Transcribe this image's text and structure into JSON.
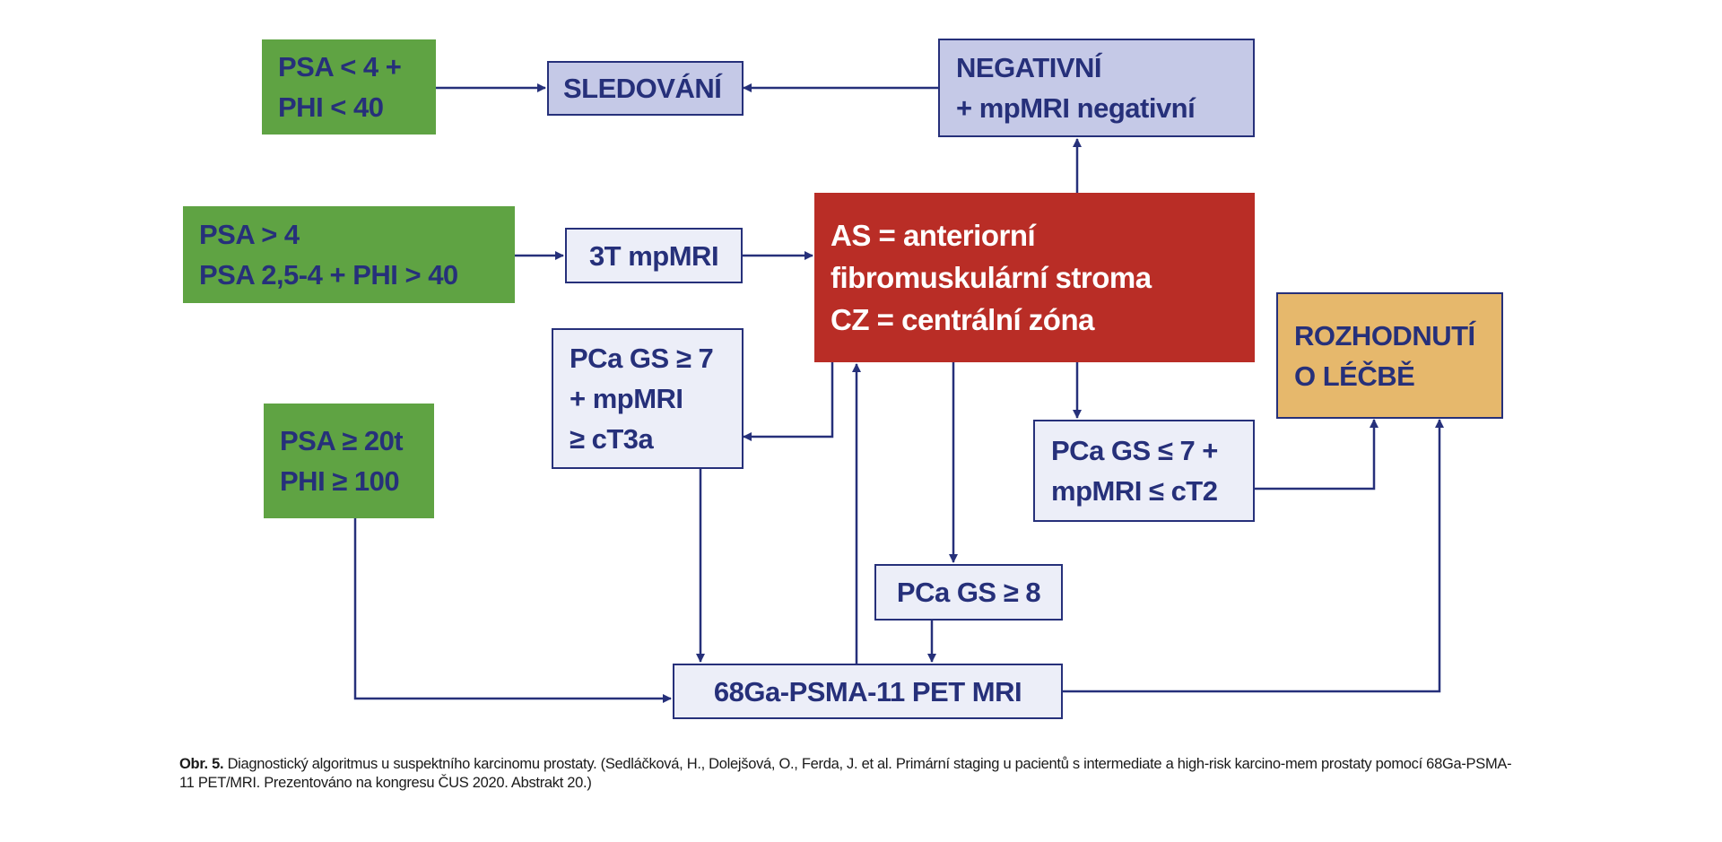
{
  "diagram": {
    "type": "flowchart",
    "colors": {
      "line": "#26307a",
      "text": "#26307a",
      "input_green": "#5fa343",
      "outcome_lavender": "#c5c9e7",
      "step_pale": "#eceef8",
      "central_red": "#b92d26",
      "decision_orange": "#e6b86c"
    },
    "nodes": {
      "psa_low": {
        "lines": [
          "PSA < 4 +",
          "PHI < 40"
        ]
      },
      "sledovani": {
        "lines": [
          "SLEDOVÁNÍ"
        ]
      },
      "negativni": {
        "lines": [
          "NEGATIVNÍ",
          "+ mpMRI negativní"
        ]
      },
      "psa_mid": {
        "lines": [
          "PSA > 4",
          "PSA 2,5-4 + PHI > 40"
        ]
      },
      "mpmri_3t": {
        "lines": [
          "3T mpMRI"
        ]
      },
      "central": {
        "lines": [
          "AS = anteriorní",
          "fibromuskulární stroma",
          "CZ = centrální zóna"
        ]
      },
      "rozhodnuti": {
        "lines": [
          "ROZHODNUTÍ",
          "O LÉČBĚ"
        ]
      },
      "pca_gs7_t3a": {
        "lines": [
          "PCa GS ≥ 7",
          "+ mpMRI",
          "≥ cT3a"
        ]
      },
      "psa_high": {
        "lines": [
          "PSA ≥ 20t",
          "PHI ≥ 100"
        ]
      },
      "pca_gs7_t2": {
        "lines": [
          "PCa GS ≤ 7 +",
          "mpMRI ≤ cT2"
        ]
      },
      "pca_gs8": {
        "lines": [
          "PCa GS ≥ 8"
        ]
      },
      "pet_mri": {
        "lines": [
          "68Ga-PSMA-11 PET MRI"
        ]
      }
    },
    "edges": [
      {
        "from": "psa_low",
        "to": "sledovani"
      },
      {
        "from": "negativni",
        "to": "sledovani"
      },
      {
        "from": "psa_mid",
        "to": "mpmri_3t"
      },
      {
        "from": "mpmri_3t",
        "to": "central"
      },
      {
        "from": "central",
        "to": "negativni"
      },
      {
        "from": "central",
        "to": "pca_gs7_t3a"
      },
      {
        "from": "central",
        "to": "pca_gs8"
      },
      {
        "from": "central",
        "to": "pca_gs7_t2"
      },
      {
        "from": "pca_gs7_t2",
        "to": "rozhodnuti"
      },
      {
        "from": "pca_gs7_t3a",
        "to": "pet_mri"
      },
      {
        "from": "psa_high",
        "to": "pet_mri"
      },
      {
        "from": "pca_gs8",
        "to": "pet_mri"
      },
      {
        "from": "pet_mri",
        "to": "central"
      },
      {
        "from": "pet_mri",
        "to": "rozhodnuti"
      }
    ]
  },
  "caption": {
    "label": "Obr. 5.",
    "text": "Diagnostický algoritmus u suspektního karcinomu prostaty. (Sedláčková, H., Dolejšová, O., Ferda, J. et al. Primární staging u pacientů s intermediate a high-risk karcino-mem prostaty pomocí 68Ga-PSMA-11 PET/MRI. Prezentováno na kongresu ČUS 2020. Abstrakt 20.)"
  }
}
